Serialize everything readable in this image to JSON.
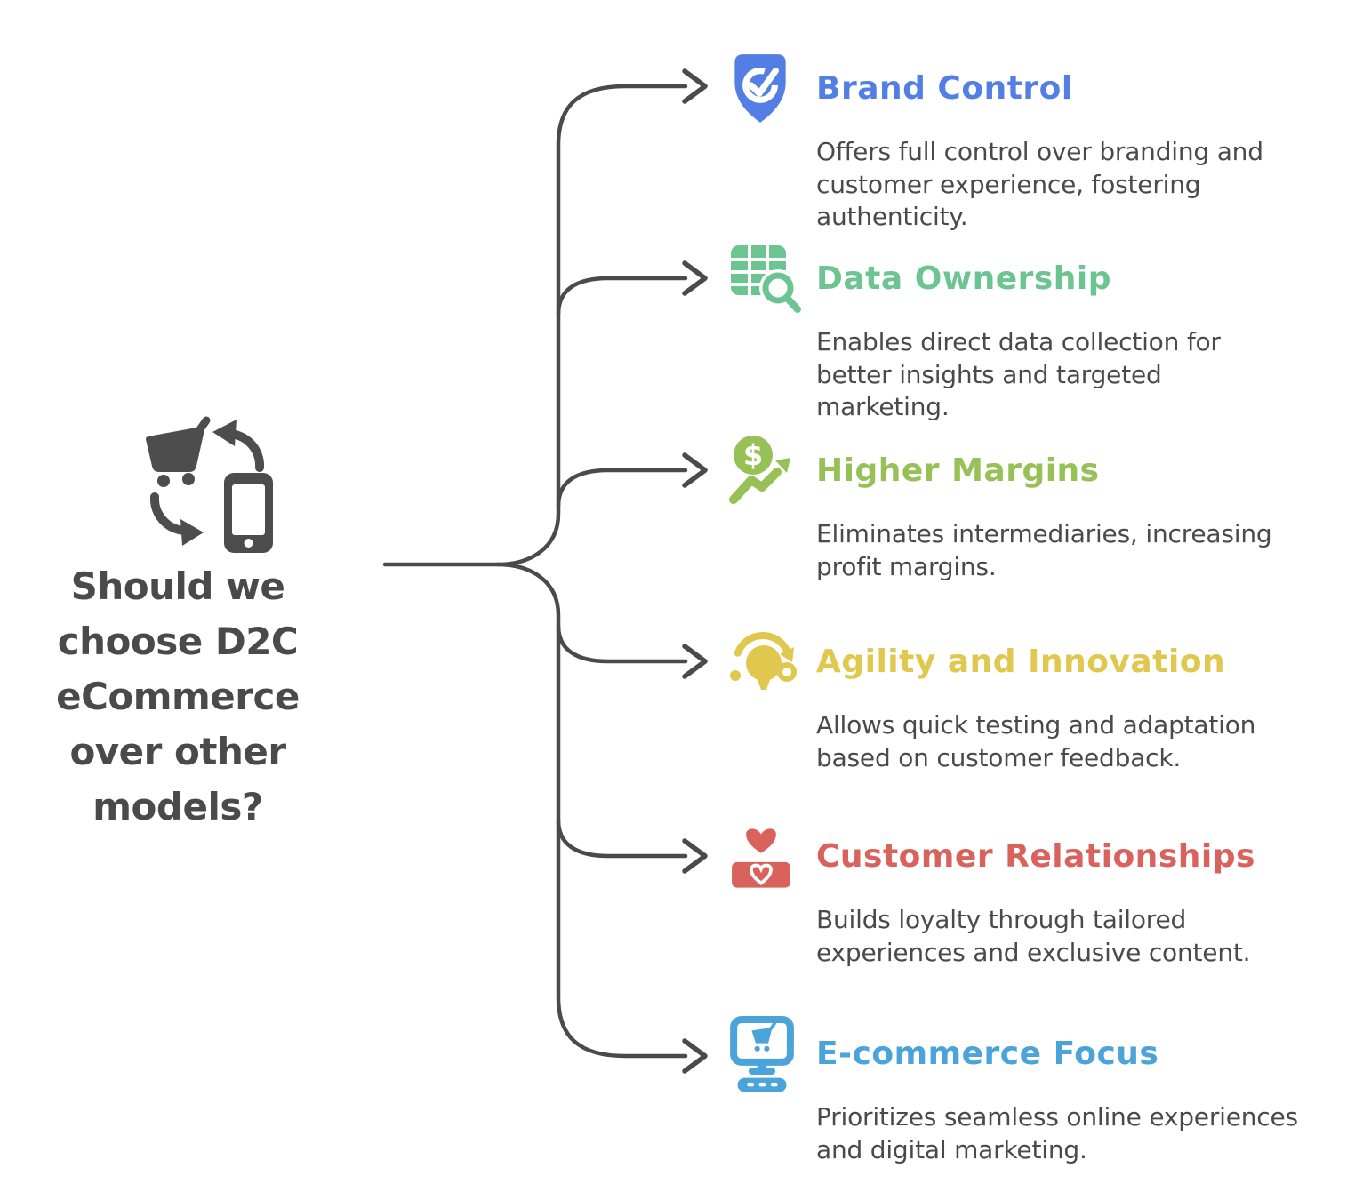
{
  "colors": {
    "text": "#4A4A4A",
    "connector": "#4A4A4A"
  },
  "center": {
    "icon": "cart-phone-exchange-icon",
    "icon_color": "#4D4D4D",
    "title": "Should we choose D2C eCommerce over other models?",
    "title_lines": [
      "Should we",
      "choose D2C",
      "eCommerce",
      "over other",
      "models?"
    ]
  },
  "branches": [
    {
      "id": "brand-control",
      "title": "Brand Control",
      "color": "#537FE4",
      "icon": "shield-check-icon",
      "description": "Offers full control over branding and customer experience, fostering authenticity.",
      "description_lines": [
        "Offers full control over branding and",
        "customer experience, fostering",
        "authenticity."
      ]
    },
    {
      "id": "data-ownership",
      "title": "Data Ownership",
      "color": "#6CC591",
      "icon": "table-search-icon",
      "description": "Enables direct data collection for better insights and targeted marketing.",
      "description_lines": [
        "Enables direct data collection for",
        "better insights and targeted",
        "marketing."
      ]
    },
    {
      "id": "higher-margins",
      "title": "Higher Margins",
      "color": "#97C156",
      "icon": "dollar-growth-icon",
      "description": "Eliminates intermediaries, increasing profit margins.",
      "description_lines": [
        "Eliminates intermediaries, increasing",
        "profit margins."
      ]
    },
    {
      "id": "agility-and-innovation",
      "title": "Agility and Innovation",
      "color": "#E0C84F",
      "icon": "lightbulb-cycle-icon",
      "description": "Allows quick testing and adaptation based on customer feedback.",
      "description_lines": [
        "Allows quick testing and adaptation",
        "based on customer feedback."
      ]
    },
    {
      "id": "customer-relationships",
      "title": "Customer Relationships",
      "color": "#D9625C",
      "icon": "heart-handshake-icon",
      "description": "Builds loyalty through tailored experiences and exclusive content.",
      "description_lines": [
        "Builds loyalty through tailored",
        "experiences and exclusive content."
      ]
    },
    {
      "id": "e-commerce-focus",
      "title": "E-commerce Focus",
      "color": "#4AA3D9",
      "icon": "monitor-cart-icon",
      "description": "Prioritizes seamless online experiences and digital marketing.",
      "description_lines": [
        "Prioritizes seamless online experiences",
        "and digital marketing."
      ]
    }
  ]
}
